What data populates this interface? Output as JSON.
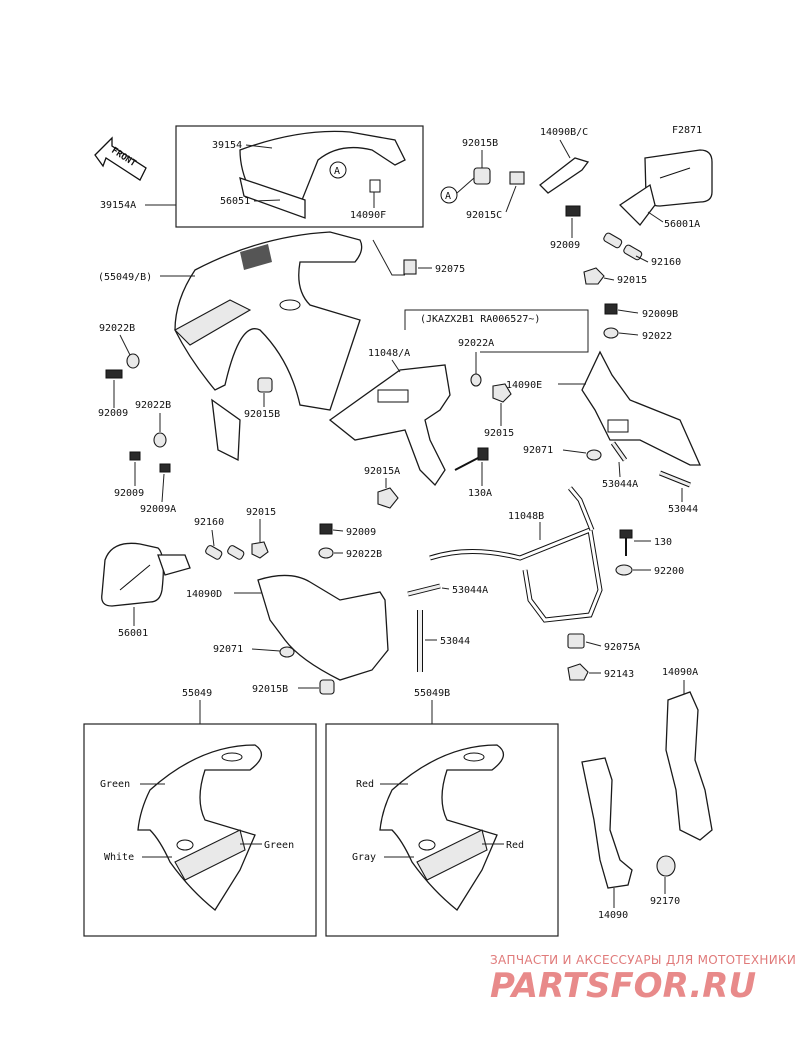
{
  "figure_code": "F2871",
  "front_arrow": "FRONT",
  "callout_a": "A",
  "labels": {
    "l39154": "39154",
    "l39154A": "39154A",
    "l56051": "56051",
    "l14090F": "14090F",
    "l92015B_top": "92015B",
    "l92015C": "92015C",
    "l14090BC": "14090B/C",
    "l92009_top": "92009",
    "l56001A": "56001A",
    "l92160_top": "92160",
    "l92015_top": "92015",
    "l92075": "92075",
    "l55049B": "(55049/B)",
    "serial_note": "(JKAZX2B1 RA006527~)",
    "l92009B": "92009B",
    "l92022_r": "92022",
    "l11048A": "11048/A",
    "l92022A": "92022A",
    "l14090E": "14090E",
    "l92022B_l": "92022B",
    "l92009_l": "92009",
    "l92022B_l2": "92022B",
    "l92015B_mid": "92015B",
    "l92015_mid": "92015",
    "l92071_r": "92071",
    "l53044A_r": "53044A",
    "l92009_l2": "92009",
    "l92009A": "92009A",
    "l92015A": "92015A",
    "l130A": "130A",
    "l53044_r": "53044",
    "l92160_mid": "92160",
    "l92015_mid2": "92015",
    "l92009_mid": "92009",
    "l11048B": "11048B",
    "l92022B_mid": "92022B",
    "l130": "130",
    "l92200": "92200",
    "l14090D": "14090D",
    "l53044A_mid": "53044A",
    "l56001": "56001",
    "l92071_mid": "92071",
    "l53044_mid": "53044",
    "l92075A": "92075A",
    "l92015B_bot": "92015B",
    "l92143": "92143",
    "l14090A": "14090A",
    "l55049": "55049",
    "l55049B_bot": "55049B",
    "l14090": "14090",
    "l92170": "92170"
  },
  "color_notes": {
    "left": {
      "top": "Green",
      "mid_right": "Green",
      "bottom_left": "White"
    },
    "right": {
      "top": "Red",
      "mid_right": "Red",
      "bottom_left": "Gray"
    }
  },
  "watermark": {
    "line1": "ЗАПЧАСТИ И АКСЕССУАРЫ ДЛЯ МОТОТЕХНИКИ",
    "line2": "PARTSFOR.RU",
    "color": "#e07a7a"
  }
}
